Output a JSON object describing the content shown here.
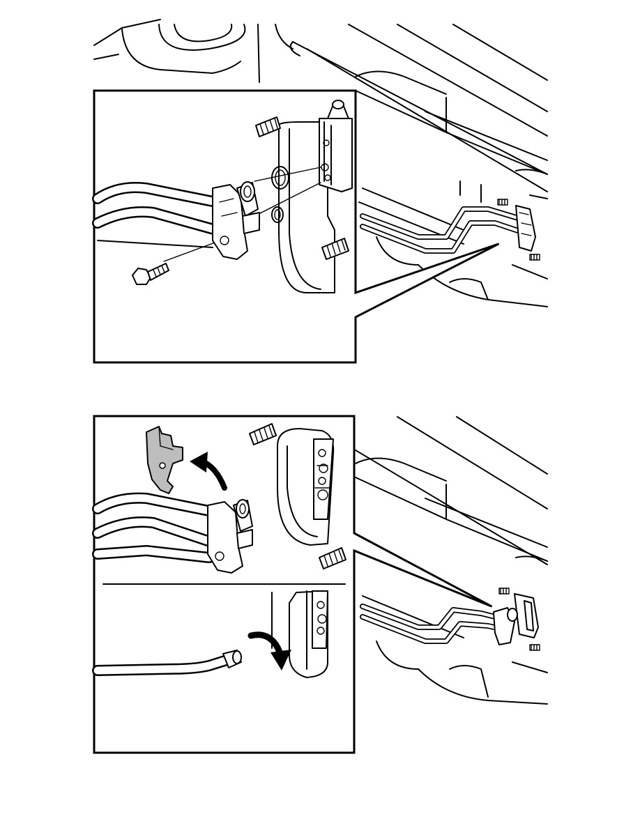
{
  "figure": {
    "panels": [
      {
        "name": "top-panel",
        "step": "remove-bolt-and-pipe-connection"
      },
      {
        "name": "bottom-panel",
        "step": "remove-clip-and-swing-pipe-aside"
      }
    ],
    "colors": {
      "line": "#000000",
      "background": "#ffffff",
      "clip_fill": "#bdbdbd"
    },
    "icons": [
      "curved-arrow-icon",
      "rotate-arrow-icon",
      "bolt-icon",
      "o-ring-icon",
      "stud-icon"
    ]
  }
}
